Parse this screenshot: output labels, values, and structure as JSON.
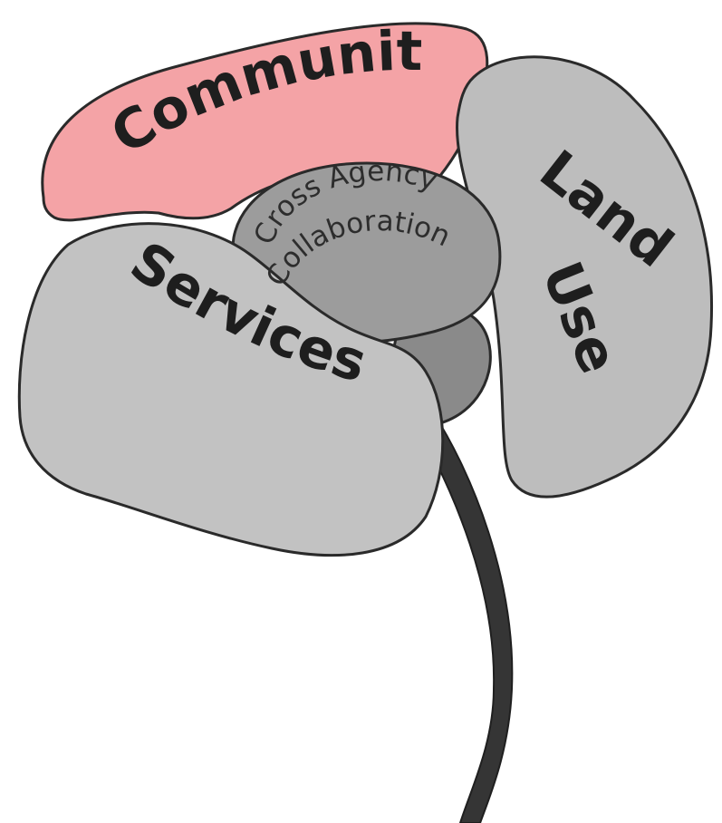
{
  "diagram": {
    "petals": {
      "community": {
        "label": "Community",
        "fill": "#f4a3a6"
      },
      "land_use": {
        "line1": "Land",
        "line2": "Use",
        "fill": "#bdbdbd"
      },
      "services": {
        "label": "Services",
        "fill": "#c2c2c2"
      },
      "center": {
        "line1": "Cross Agency",
        "line2": "Collaboration",
        "fill": "#9c9c9c"
      }
    },
    "colors": {
      "outline": "#2a2a2a",
      "text": "#1e1e1e",
      "stem": "#353535",
      "receptacle": "#8a8a8a"
    }
  }
}
